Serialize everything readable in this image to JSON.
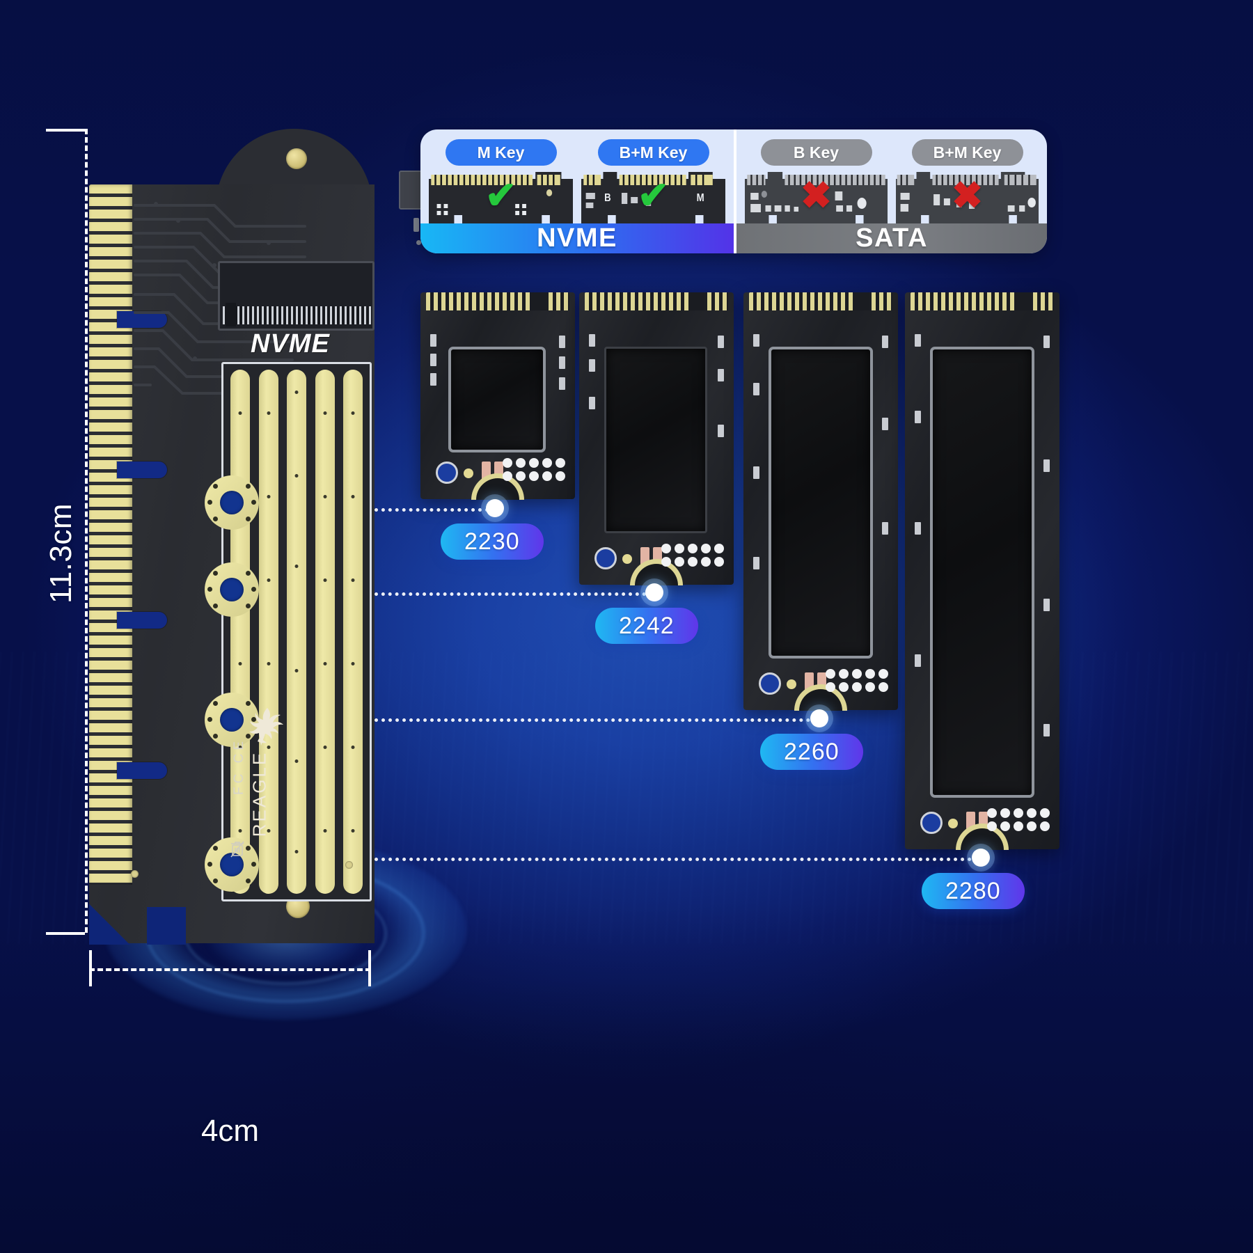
{
  "product": {
    "brand_name": "REAGLE",
    "brand_logo_icon": "eagle-logo-icon",
    "board_silkscreen": "NVME",
    "cert_marks": "FC  CE",
    "fc_mark": "FC",
    "ce_mark": "CE",
    "waste_mark": "crossed-out-wheelie-bin-icon"
  },
  "dimensions": {
    "height_label": "11.3cm",
    "width_label": "4cm"
  },
  "compatibility": {
    "groups": [
      {
        "id": "nvme",
        "banner_label": "NVME",
        "banner_gradient": [
          "#18b7f5",
          "#2e6df0",
          "#5333e8"
        ],
        "supported": true,
        "items": [
          {
            "label": "M Key",
            "status": "supported",
            "status_icon": "check-icon",
            "status_color": "#25c83c",
            "pill_color": "#2f77f2"
          },
          {
            "label": "B+M Key",
            "status": "supported",
            "status_icon": "check-icon",
            "status_color": "#25c83c",
            "pill_color": "#2f77f2"
          }
        ]
      },
      {
        "id": "sata",
        "banner_label": "SATA",
        "banner_gradient": [
          "#6f7276",
          "#7b7e83",
          "#6a6d72"
        ],
        "supported": false,
        "items": [
          {
            "label": "B Key",
            "status": "unsupported",
            "status_icon": "cross-icon",
            "status_color": "#d32020",
            "pill_color": "#8e9197"
          },
          {
            "label": "B+M Key",
            "status": "unsupported",
            "status_icon": "cross-icon",
            "status_color": "#d32020",
            "pill_color": "#8e9197"
          }
        ]
      }
    ],
    "check_glyph": "✔",
    "cross_glyph": "✖"
  },
  "ssd_sizes": [
    {
      "label": "2230"
    },
    {
      "label": "2242"
    },
    {
      "label": "2260"
    },
    {
      "label": "2280"
    }
  ],
  "theme": {
    "background_deep_blue": "#0a1a5c",
    "accent_cyan": "#18b7f5",
    "accent_blue": "#2e6df0",
    "accent_violet": "#5333e8",
    "gold": "#ddd694",
    "pcb_dark": "#2b2d33"
  }
}
